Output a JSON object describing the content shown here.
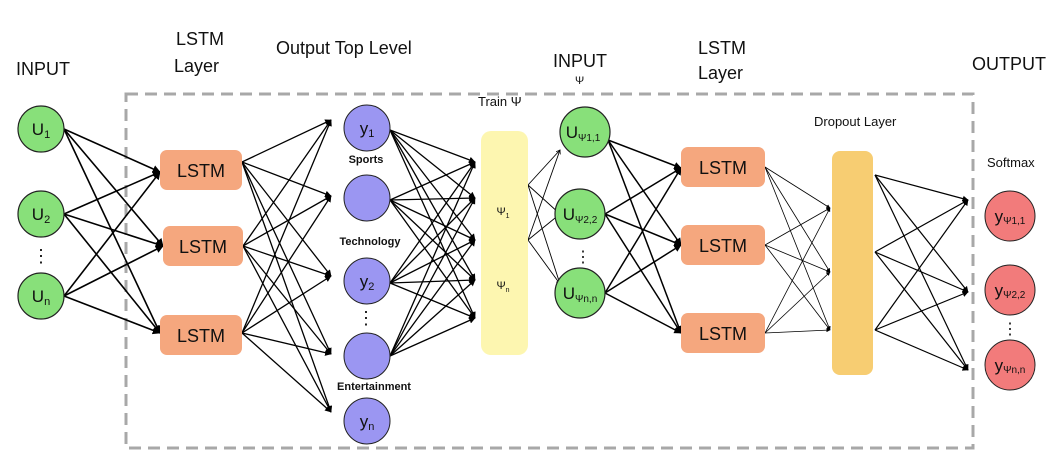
{
  "headers": {
    "input_left": "INPUT",
    "lstm_layer_1": [
      "LSTM",
      "Layer"
    ],
    "output_top_level": "Output Top Level",
    "input_psi": "INPUT",
    "input_psi_sub": "Ψ",
    "lstm_layer_2": [
      "LSTM",
      "Layer"
    ],
    "output_right": "OUTPUT",
    "train_psi": "Train Ψ",
    "dropout_layer": "Dropout Layer",
    "softmax": "Softmax"
  },
  "input_nodes": [
    {
      "base": "U",
      "sub": "1"
    },
    {
      "base": "U",
      "sub": "2"
    },
    {
      "base": "U",
      "sub": "n"
    }
  ],
  "lstm_label": "LSTM",
  "topic_nodes": [
    {
      "base": "y",
      "sub": "1",
      "caption": "Sports"
    },
    {
      "base": "",
      "sub": "",
      "caption": "Technology"
    },
    {
      "base": "y",
      "sub": "2",
      "caption": ""
    },
    {
      "base": "",
      "sub": "",
      "caption": "Entertainment"
    },
    {
      "base": "y",
      "sub": "n",
      "caption": ""
    }
  ],
  "psi_bar": {
    "top": "Ψ",
    "top_sub": "1",
    "bottom": "Ψ",
    "bottom_sub": "n"
  },
  "psi_input_nodes": [
    {
      "base": "U",
      "sub": "Ψ1,1"
    },
    {
      "base": "U",
      "sub": "Ψ2,2"
    },
    {
      "base": "U",
      "sub": "Ψn,n"
    }
  ],
  "output_nodes": [
    {
      "base": "y",
      "sub": "Ψ1,1"
    },
    {
      "base": "y",
      "sub": "Ψ2,2"
    },
    {
      "base": "y",
      "sub": "Ψn,n"
    }
  ],
  "ellipsis": "⋮",
  "colors": {
    "input_node": "#88e07a",
    "lstm_box": "#f5a77e",
    "topic_node": "#9b96f2",
    "psi_bar": "#fdf6b0",
    "dropout_bar": "#f7cd72",
    "output_node": "#f27b7b",
    "dash_frame": "#a8a8a8"
  }
}
